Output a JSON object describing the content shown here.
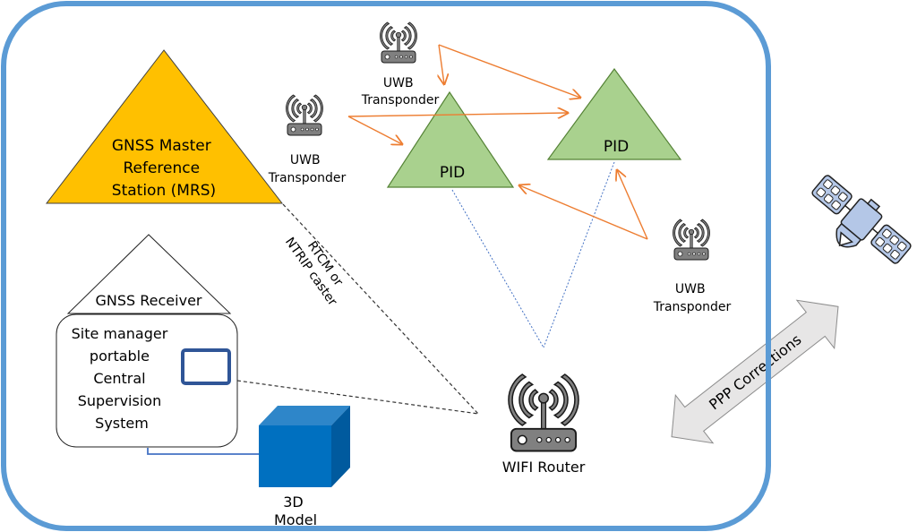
{
  "diagram": {
    "colors": {
      "site_border": "#5b9bd5",
      "mrs_fill": "#ffc000",
      "pid_fill": "#a9d18e",
      "pid_stroke": "#548235",
      "uwb_arrow": "#ed7d31",
      "wifi_link": "#4472c4",
      "device_gray": "#808080",
      "cube_front": "#0070c0",
      "cube_top": "#2e86c9",
      "cube_side": "#005a9e",
      "tablet": "#2f5597",
      "satellite_fill": "#b4c7e7",
      "ppp_arrow_fill": "#e7e6e6"
    },
    "mrs": {
      "lines": [
        "GNSS Master",
        "Reference",
        "Station (MRS)"
      ]
    },
    "uwb_transponders": [
      {
        "id": "uwb-top",
        "lines": [
          "UWB",
          "Transponder"
        ]
      },
      {
        "id": "uwb-left",
        "lines": [
          "UWB",
          "Transponder"
        ]
      },
      {
        "id": "uwb-right",
        "lines": [
          "UWB",
          "Transponder"
        ]
      }
    ],
    "pids": [
      {
        "id": "pid-left",
        "label": "PID"
      },
      {
        "id": "pid-right",
        "label": "PID"
      }
    ],
    "receiver": {
      "roof_label": "GNSS Receiver",
      "body_lines": [
        "Site manager",
        "portable",
        "Central",
        "Supervision",
        "System"
      ]
    },
    "model": {
      "lines": [
        "3D",
        "Model"
      ]
    },
    "rtcm_label": [
      "RTCM or",
      "NTRIP caster"
    ],
    "wifi_router": {
      "label": "WIFI Router"
    },
    "ppp_arrow": {
      "label": "PPP Corrections"
    }
  }
}
